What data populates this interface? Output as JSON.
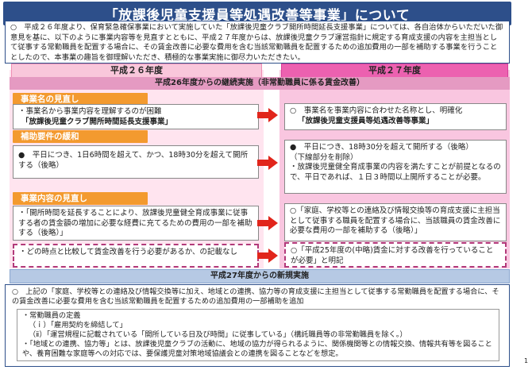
{
  "title": "「放課後児童支援員等処遇改善等事業」について",
  "intro": "○　平成２６年度より、保育緊急確保事業において実施していた「放課後児童クラブ開所時間延長支援事業」については、各自治体からいただいた御意見を基に、以下のように事業内容等を見直すとともに、平成２７年度からは、放課後児童クラブ運営指針に規定する育成支援の内容を主担当として従事する常勤職員を配置する場合に、その賃金改善に必要な費用を含む当該常勤職員を配置するための追加費用の一部を補助する事業を行うこととしたので、本事業の趣旨を御理解いただき、積極的な事業実施に御尽力いただきたい。",
  "year_left": "平成２６年度",
  "year_right": "平成２７年度",
  "band_continued": "平成26年度からの継続実施（非常勤職員に係る賃金改善）",
  "band_new": "平成27年度からの新規実施",
  "sections": [
    {
      "heading": "事業名の見直し",
      "left_lines": [
        "・事業名から事業内容を理解するのが困難"
      ],
      "left_bold": "「放課後児童クラブ開所時間延長支援事業」",
      "right_lines": [
        "○　事業名を事業内容に合わせた名称とし、明確化"
      ],
      "right_bold": "「放課後児童支援員等処遇改善等事業」"
    },
    {
      "heading": "補助要件の緩和",
      "left_lines": [
        "●　平日につき、1日6時間を超えて、かつ、18時30分を超えて開所する（後略）"
      ],
      "right_lines": [
        "●　平日につき、18時30分を超えて開所する（後略）",
        "（下線部分を削除）",
        "・放課後児童健全育成事業の内容を満たすことが前提となるので、平日であれば、１日３時間以上開所することが必要。"
      ]
    },
    {
      "heading": "事業内容の見直し",
      "left_lines": [
        "・「開所時間を延長することにより、放課後児童健全育成事業に従事する者の賃金額の増加に必要な経費に充てるための費用の一部を補助する（後略）」"
      ],
      "right_lines": [
        "○「家庭、学校等との連絡及び情報交換等の育成支援に主担当として従事する職員を配置する場合に、当該職員の賃金改善に必要な費用の一部を補助する（後略）」"
      ]
    }
  ],
  "dashed_left": "・どの時点と比較して賃金改善を行う必要があるか、の記載なし",
  "dashed_right": "○「平成25年度の(中略)賃金に対する改善を行っていることが必要」と明記",
  "new_main": "○　上記の「家庭、学校等との連絡及び情報交換等に加え、地域との連携、協力等の育成支援に主担当として従事する常勤職員を配置する場合に、その賃金改善に必要な費用を含む当該常勤職員を配置するための追加費用の一部補助を追加",
  "new_detail": [
    "・常勤職員の定義",
    "（ｉ）「雇用契約を締結して」",
    "（ⅱ）「運営規程に記載されている「開所している日及び時間」に従事している」（構託職員等の非常勤職員を除く。）",
    "・「地域との連携、協力等」とは、放課後児童クラブの活動に、地域の協力が得られるように、関係機関等との情報交換、情報共有等を図ることや、養育困難な家庭等への対応では、要保護児童対策地域協議会との連携を図ることなどを想定。"
  ],
  "page_number": "1",
  "colors": {
    "title_bg": "#2d4f8a",
    "accent_orange": "#f39a2f",
    "arrow_red": "#e1251b",
    "pink": "#ec61b0"
  }
}
